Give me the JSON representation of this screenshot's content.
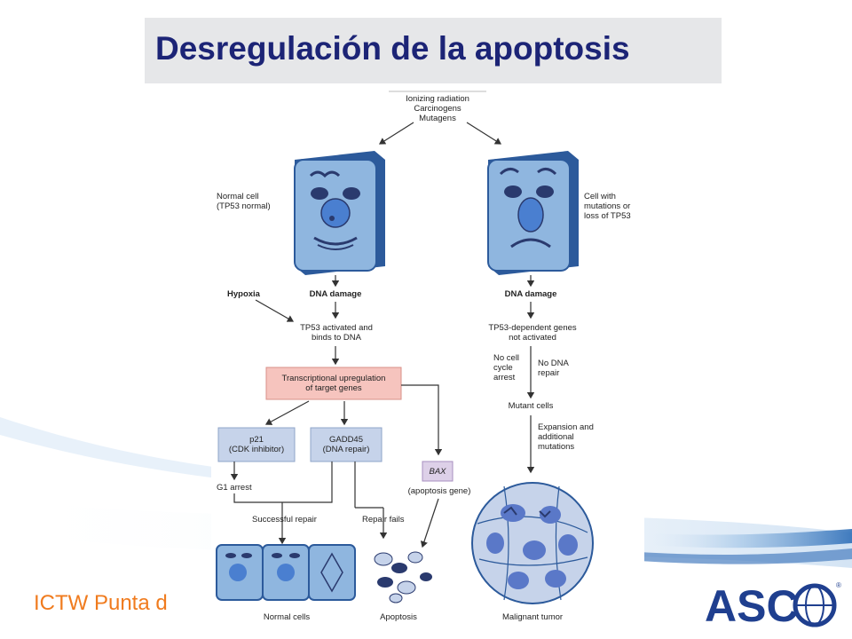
{
  "slide": {
    "title": "Desregulación de la apoptosis",
    "footer": "ICTW Punta d",
    "logo_text": "ASC"
  },
  "colors": {
    "title_text": "#1c2476",
    "title_bg": "#e6e7e9",
    "footer_text": "#f07b1e",
    "cell_fill": "#8fb6df",
    "cell_dark": "#2a3a6e",
    "transcription_box": "#f6c4be",
    "protein_box": "#c6d3ea",
    "bax_box": "#ddd0e8"
  },
  "diagram": {
    "top_causes": "Ionizing radiation\nCarcinogens\nMutagens",
    "left": {
      "cell_label": "Normal cell\n(TP53 normal)",
      "hypoxia": "Hypoxia",
      "dna_damage": "DNA damage",
      "tp53_activated": "TP53 activated and\nbinds to DNA",
      "transcription": "Transcriptional upregulation\nof target genes",
      "p21": "p21\n(CDK inhibitor)",
      "gadd45": "GADD45\n(DNA repair)",
      "bax": "BAX",
      "bax_sub": "(apoptosis gene)",
      "g1_arrest": "G1 arrest",
      "successful_repair": "Successful repair",
      "repair_fails": "Repair fails",
      "normal_cells": "Normal cells",
      "apoptosis": "Apoptosis"
    },
    "right": {
      "cell_label": "Cell with\nmutations or\nloss of TP53",
      "dna_damage": "DNA damage",
      "tp53_not_activated": "TP53-dependent genes\nnot activated",
      "no_cell_cycle_arrest": "No cell\ncycle\narrest",
      "no_dna_repair": "No DNA\nrepair",
      "mutant_cells": "Mutant cells",
      "expansion": "Expansion and\nadditional\nmutations",
      "malignant_tumor": "Malignant tumor"
    }
  }
}
